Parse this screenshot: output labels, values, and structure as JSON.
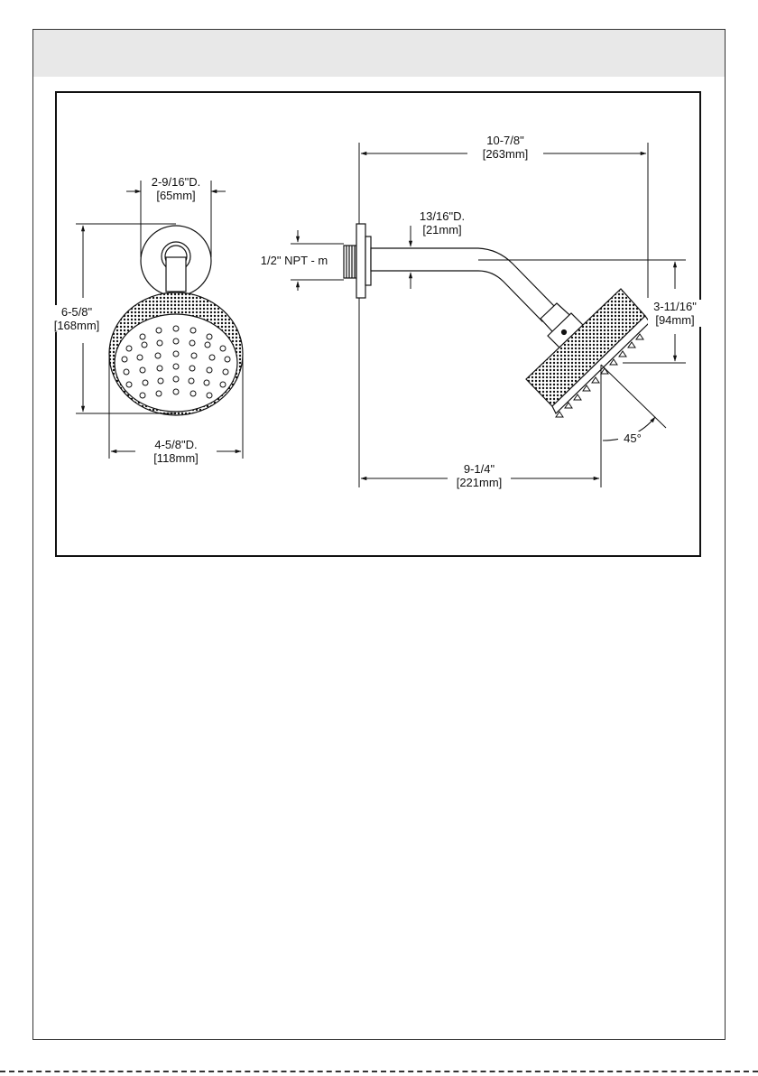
{
  "dimensions": {
    "front_flange_dia": "2-9/16\"D.",
    "front_flange_dia_mm": "[65mm]",
    "front_height": "6-5/8\"",
    "front_height_mm": "[168mm]",
    "front_head_dia": "4-5/8\"D.",
    "front_head_dia_mm": "[118mm]",
    "side_total_length": "10-7/8\"",
    "side_total_length_mm": "[263mm]",
    "pipe_dia": "13/16\"D.",
    "pipe_dia_mm": "[21mm]",
    "thread": "1/2\" NPT - m",
    "head_drop": "3-11/16\"",
    "head_drop_mm": "[94mm]",
    "reach": "9-1/4\"",
    "reach_mm": "[221mm]",
    "angle": "45°"
  }
}
